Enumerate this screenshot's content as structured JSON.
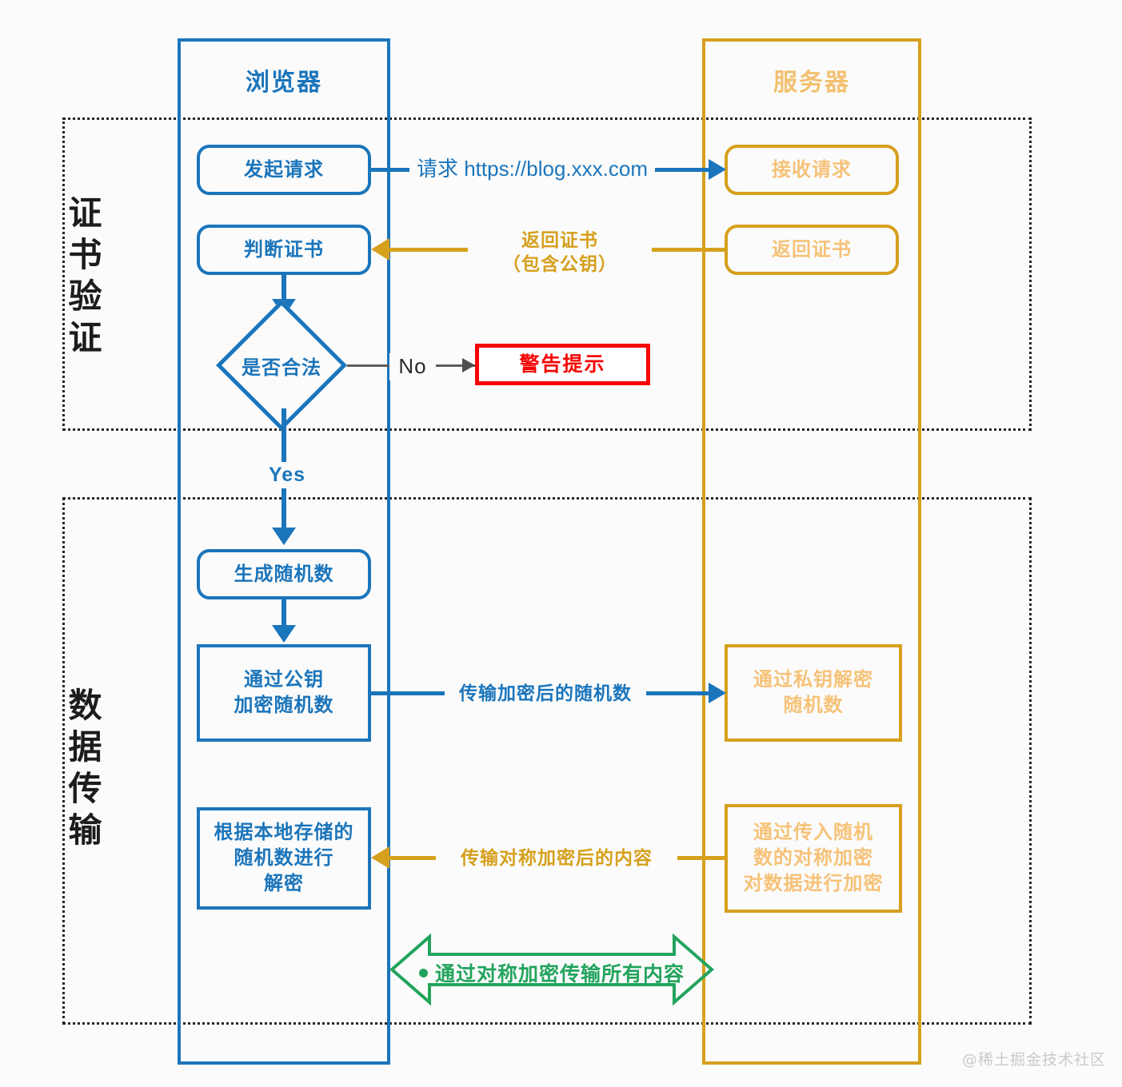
{
  "diagram": {
    "title_browser": "浏览器",
    "title_server": "服务器",
    "sections": [
      {
        "label": "证书验证"
      },
      {
        "label": "数据传输"
      }
    ],
    "nodes": {
      "send_request": "发起请求",
      "receive_request": "接收请求",
      "judge_cert": "判断证书",
      "return_cert": "返回证书",
      "is_valid": "是否合法",
      "warning": "警告提示",
      "gen_random": "生成随机数",
      "encrypt_with_public_key": "通过公钥\n加密随机数",
      "decrypt_with_private_key": "通过私钥解密\n随机数",
      "local_decrypt": "根据本地存储的\n随机数进行\n解密",
      "server_sym_encrypt": "通过传入随机\n数的对称加密\n对数据进行加密"
    },
    "edges": {
      "request_url": "请求 https://blog.xxx.com",
      "return_cert_label": "返回证书\n（包含公钥）",
      "no": "No",
      "yes": "Yes",
      "transfer_encrypted_random": "传输加密后的随机数",
      "transfer_sym_content": "传输对称加密后的内容",
      "all_via_symmetric": "通过对称加密传输所有内容"
    },
    "watermark": "@稀土掘金技术社区",
    "colors": {
      "browser_blue": "#1b75bb",
      "server_gold": "#d6a01d",
      "server_text_gold": "#f6c278",
      "warning_red": "#f50505",
      "green": "#22a45d",
      "section_border": "#262626",
      "background": "#fbfbfb"
    }
  }
}
